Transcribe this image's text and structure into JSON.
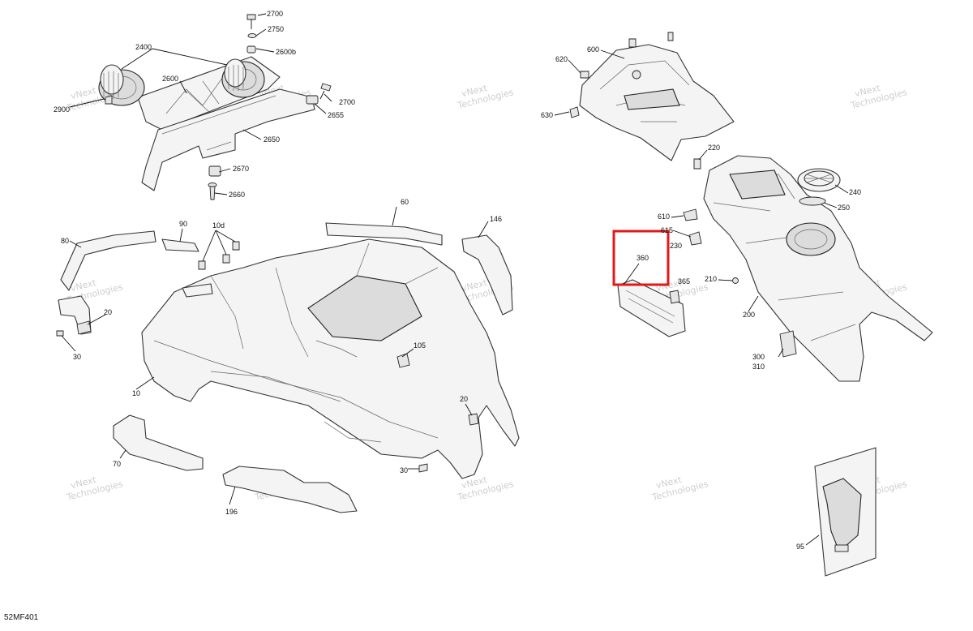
{
  "diagram_code": "52MF401",
  "watermark": {
    "line1": "vNext",
    "line2": "Technologies"
  },
  "highlight_label": "360",
  "callouts": {
    "c2700a": "2700",
    "c2750": "2750",
    "c2600b": "2600b",
    "c2400": "2400",
    "c2600": "2600",
    "c2900": "2900",
    "c2700b": "2700",
    "c2655": "2655",
    "c2650": "2650",
    "c2670": "2670",
    "c2660": "2660",
    "c600": "600",
    "c620": "620",
    "c630": "630",
    "c220": "220",
    "c240": "240",
    "c250": "250",
    "c610": "610",
    "c615": "615",
    "c230": "230",
    "c360": "360",
    "c365": "365",
    "c210": "210",
    "c200": "200",
    "c300": "300",
    "c310": "310",
    "c95": "95",
    "c60": "60",
    "c146": "146",
    "c90": "90",
    "c10d": "10d",
    "c80": "80",
    "c20a": "20",
    "c30a": "30",
    "c105": "105",
    "c10": "10",
    "c20b": "20",
    "c70": "70",
    "c30b": "30",
    "c196": "196"
  }
}
